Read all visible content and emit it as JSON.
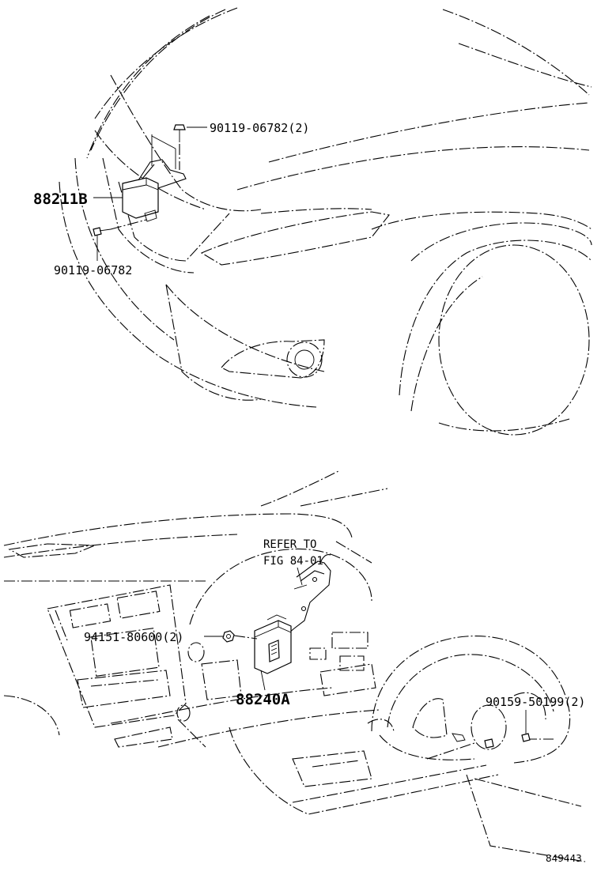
{
  "diagram": {
    "top_section": {
      "callouts": [
        {
          "id": "bolt-top",
          "text": "90119-06782(2)"
        },
        {
          "id": "module",
          "text": "88211B"
        },
        {
          "id": "bolt-bottom",
          "text": "90119-06782"
        }
      ]
    },
    "bottom_section": {
      "callouts": [
        {
          "id": "refer-line1",
          "text": "REFER TO"
        },
        {
          "id": "refer-line2",
          "text": "FIG 84-01"
        },
        {
          "id": "nut",
          "text": "94151-80600(2)"
        },
        {
          "id": "ecu",
          "text": "88240A"
        },
        {
          "id": "screw",
          "text": "90159-50199(2)"
        }
      ]
    },
    "figure_code": "849443"
  }
}
